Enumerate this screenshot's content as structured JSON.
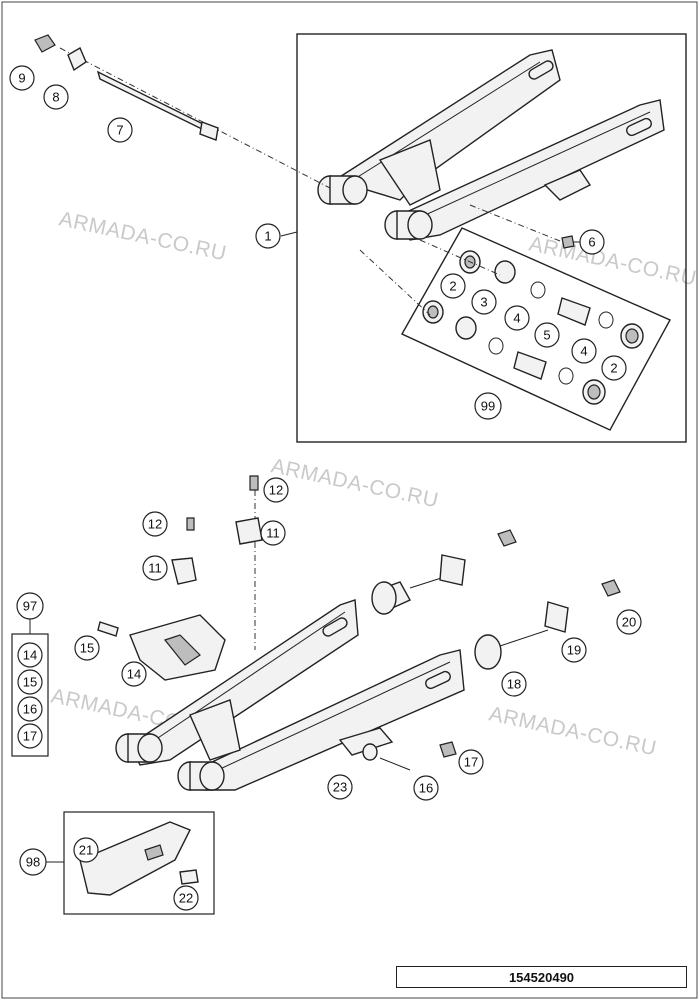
{
  "document_number": "154520490",
  "watermark": "ARMADA-CO.RU",
  "callouts": {
    "c1": "1",
    "c2a": "2",
    "c2b": "2",
    "c3": "3",
    "c4a": "4",
    "c4b": "4",
    "c5": "5",
    "c6": "6",
    "c7": "7",
    "c8": "8",
    "c9": "9",
    "c99": "99",
    "c11a": "11",
    "c11b": "11",
    "c12a": "12",
    "c12b": "12",
    "c14": "14",
    "c15": "15",
    "c16": "16",
    "c17": "17",
    "c18": "18",
    "c19": "19",
    "c20": "20",
    "c21": "21",
    "c22": "22",
    "c23": "23",
    "c97": "97",
    "c97_14": "14",
    "c97_15": "15",
    "c97_16": "16",
    "c97_17": "17",
    "c98": "98"
  }
}
